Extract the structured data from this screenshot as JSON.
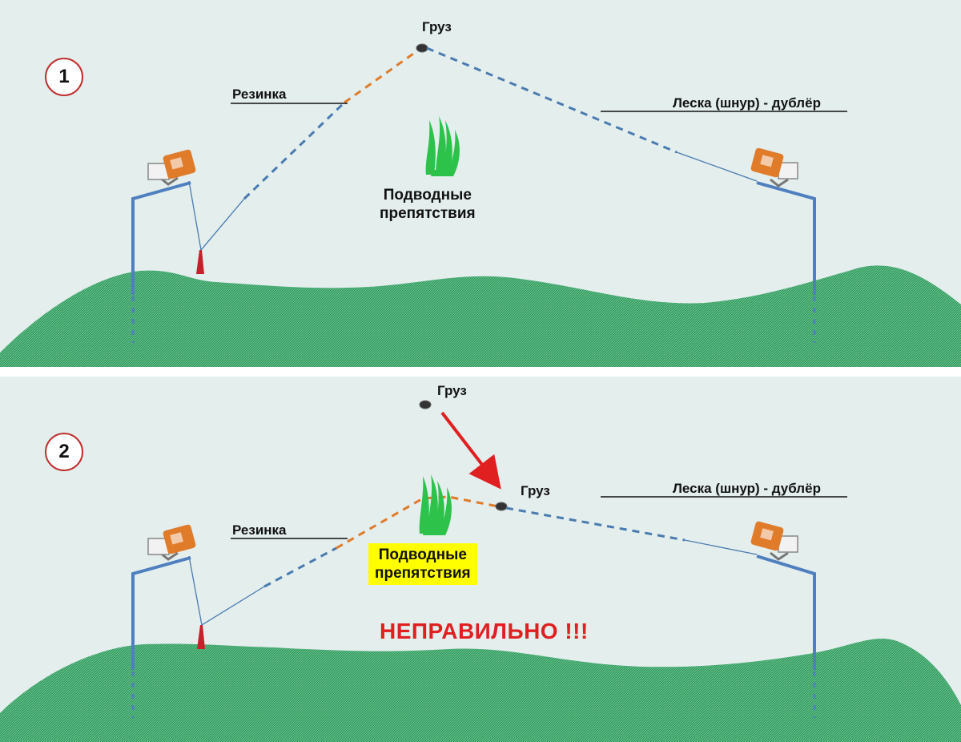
{
  "panels": [
    {
      "number": "1",
      "weight_label": "Груз",
      "rubber_label": "Резинка",
      "line_label": "Леска (шнур) - дублёр",
      "obstacle_label": "Подводные\nпрепятствия"
    },
    {
      "number": "2",
      "weight_label_initial": "Груз",
      "weight_label_final": "Груз",
      "rubber_label": "Резинка",
      "line_label": "Леска (шнур) - дублёр",
      "obstacle_label": "Подводные\nпрепятствия",
      "warning": "НЕПРАВИЛЬНО !!!"
    }
  ],
  "colors": {
    "water": "#e3eeed",
    "ground": "#2e9c5e",
    "rubber": "#e07b2a",
    "line": "#4a7bb0",
    "rod": "#4f7fbf",
    "weed": "#2dc24a",
    "float": "#c8202a",
    "warning": "#e02020",
    "highlight": "#ffff00",
    "arrow": "#e02020"
  }
}
